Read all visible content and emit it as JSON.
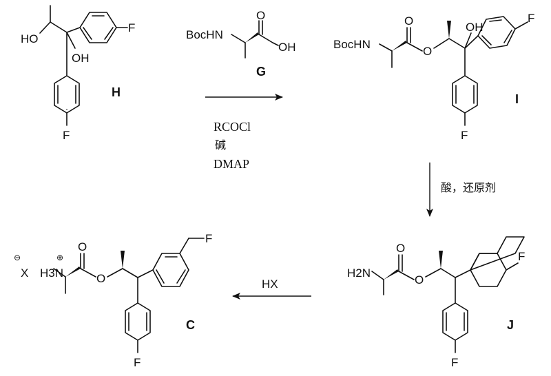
{
  "compounds": {
    "H": {
      "label": "H",
      "atoms": [
        "HO",
        "OH",
        "F",
        "F"
      ]
    },
    "G": {
      "label": "G",
      "atoms": [
        "BocHN",
        "O",
        "OH"
      ]
    },
    "I": {
      "label": "I",
      "atoms": [
        "BocHN",
        "O",
        "O",
        "OH",
        "F",
        "F"
      ]
    },
    "J": {
      "label": "J",
      "atoms": [
        "H2N",
        "O",
        "O",
        "F",
        "F"
      ]
    },
    "C": {
      "label": "C",
      "atoms": [
        "X",
        "⊖",
        "H3N",
        "⊕",
        "O",
        "O",
        "F",
        "F"
      ]
    }
  },
  "reactions": {
    "step1": {
      "conditions": [
        "RCOCl",
        "碱",
        "DMAP"
      ]
    },
    "step2": {
      "conditions": [
        "酸，还原剂"
      ]
    },
    "step3": {
      "conditions": [
        "HX"
      ]
    }
  }
}
